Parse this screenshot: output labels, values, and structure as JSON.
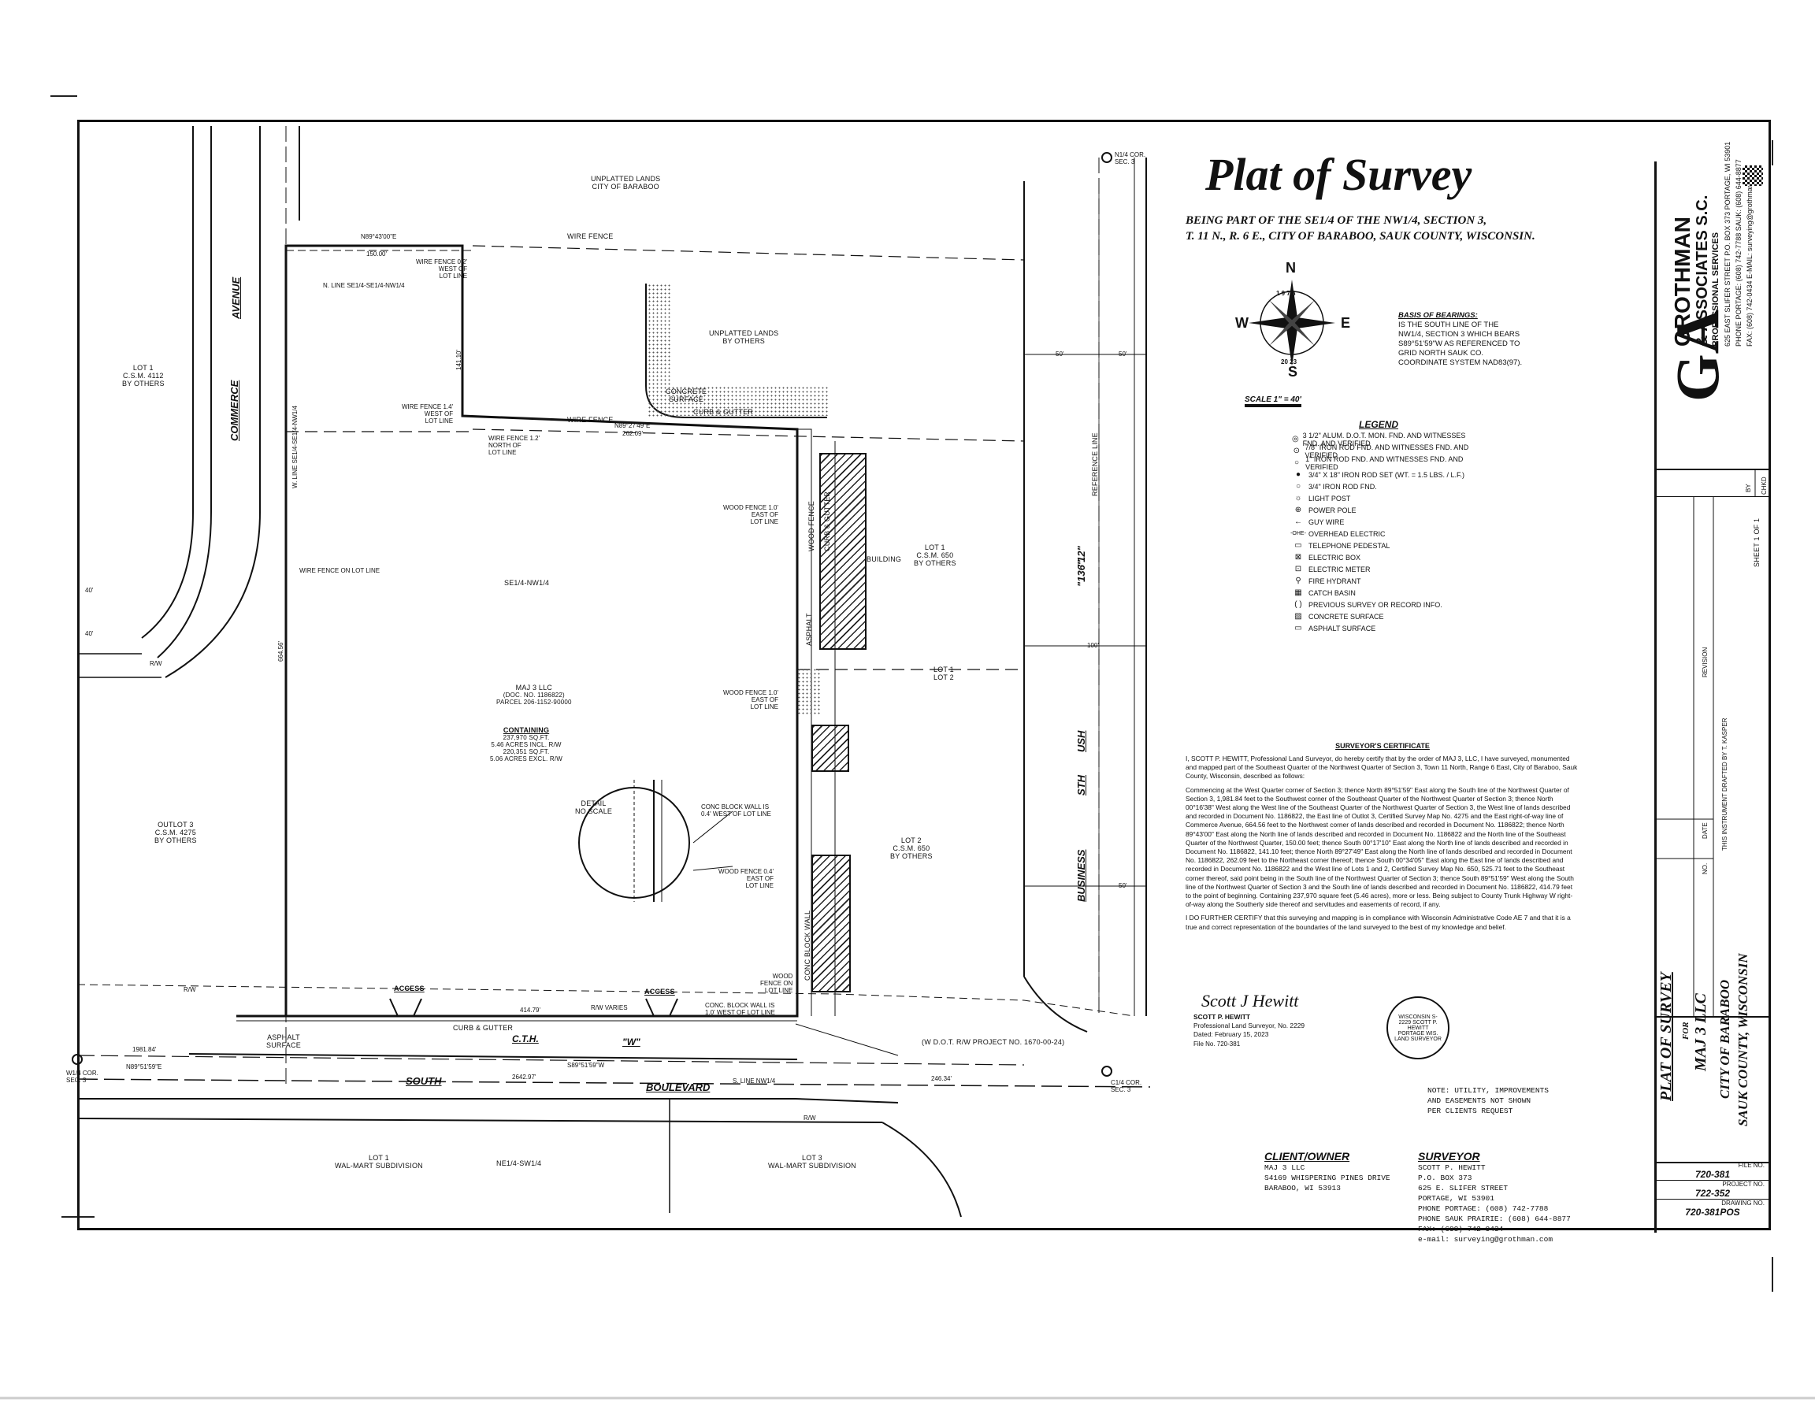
{
  "title": "Plat of Survey",
  "subtitle_line1": "BEING PART OF THE SE1/4 OF THE NW1/4, SECTION 3,",
  "subtitle_line2": "T. 11 N., R. 6 E., CITY OF BARABOO, SAUK COUNTY, WISCONSIN.",
  "compass": {
    "n": "N",
    "s": "S",
    "e": "E",
    "w": "W",
    "ring_top": "1 9 7 8",
    "ring_bottom": "20 23"
  },
  "scale": "SCALE 1\" = 40'",
  "basis": {
    "title": "BASIS OF BEARINGS:",
    "lines": [
      "IS THE SOUTH LINE OF THE",
      "NW1/4, SECTION 3 WHICH BEARS",
      "S89°51'59\"W AS REFERENCED TO",
      "GRID NORTH SAUK CO.",
      "COORDINATE SYSTEM NAD83(97)."
    ]
  },
  "legend": {
    "title": "LEGEND",
    "items": [
      {
        "sym": "◎",
        "label": "3 1/2\" ALUM. D.O.T. MON. FND. AND WITNESSES FND. AND VERIFIED"
      },
      {
        "sym": "⊙",
        "label": "7/8\" IRON ROD FND. AND WITNESSES FND. AND VERIFIED"
      },
      {
        "sym": "○",
        "label": "1\" IRON ROD FND. AND WITNESSES FND. AND VERIFIED"
      },
      {
        "sym": "●",
        "label": "3/4\" X 18\" IRON ROD SET (WT. = 1.5 LBS. / L.F.)"
      },
      {
        "sym": "○",
        "label": "3/4\" IRON ROD FND."
      },
      {
        "sym": "☼",
        "label": "LIGHT POST"
      },
      {
        "sym": "⊕",
        "label": "POWER POLE"
      },
      {
        "sym": "←",
        "label": "GUY WIRE"
      },
      {
        "sym": "-OHE-",
        "label": "OVERHEAD ELECTRIC"
      },
      {
        "sym": "▭",
        "label": "TELEPHONE PEDESTAL"
      },
      {
        "sym": "⊠",
        "label": "ELECTRIC BOX"
      },
      {
        "sym": "⊡",
        "label": "ELECTRIC METER"
      },
      {
        "sym": "⚲",
        "label": "FIRE HYDRANT"
      },
      {
        "sym": "▦",
        "label": "CATCH BASIN"
      },
      {
        "sym": "( )",
        "label": "PREVIOUS SURVEY OR RECORD INFO."
      },
      {
        "sym": "▨",
        "label": "CONCRETE SURFACE"
      },
      {
        "sym": "▭",
        "label": "ASPHALT SURFACE"
      }
    ]
  },
  "certificate": {
    "title": "SURVEYOR'S CERTIFICATE",
    "paragraphs": [
      "I, SCOTT P. HEWITT, Professional Land Surveyor, do hereby certify that by the order of MAJ 3, LLC, I have surveyed, monumented and mapped part of the Southeast Quarter of the Northwest Quarter of Section 3, Town 11 North, Range 6 East, City of Baraboo, Sauk County, Wisconsin, described as follows:",
      "Commencing at the West Quarter corner of Section 3; thence North 89°51'59\" East along the South line of the Northwest Quarter of Section 3, 1,981.84 feet to the Southwest corner of the Southeast Quarter of the Northwest Quarter of Section 3; thence North 00°16'38\" West along the West line of the Southeast Quarter of the Northwest Quarter of Section 3, the West line of lands described and recorded in Document No. 1186822, the East line of Outlot 3, Certified Survey Map No. 4275 and the East right-of-way line of Commerce Avenue, 664.56 feet to the Northwest corner of lands described and recorded in Document No. 1186822; thence North 89°43'00\" East along the North line of lands described and recorded in Document No. 1186822 and the North line of the Southeast Quarter of the Northwest Quarter, 150.00 feet; thence South 00°17'10\" East along the North line of lands described and recorded in Document No. 1186822, 141.10 feet; thence North 89°27'49\" East along the North line of lands described and recorded in Document No. 1186822, 262.09 feet to the Northeast corner thereof; thence South 00°34'05\" East along the East line of lands described and recorded in Document No. 1186822 and the West line of Lots 1 and 2, Certified Survey Map No. 650, 525.71 feet to the Southeast corner thereof, said point being in the South line of the Northwest Quarter of Section 3; thence South 89°51'59\" West along the South line of the Northwest Quarter of Section 3 and the South line of lands described and recorded in Document No. 1186822, 414.79 feet to the point of beginning. Containing 237,970 square feet (5.46 acres), more or less. Being subject to County Trunk Highway W right-of-way along the Southerly side thereof and servitudes and easements of record, if any.",
      "I DO FURTHER CERTIFY that this surveying and mapping is in compliance with Wisconsin Administrative Code AE 7 and that it is a true and correct representation of the boundaries of the land surveyed to the best of my knowledge and belief."
    ],
    "signature": "Scott J Hewitt",
    "name": "SCOTT P. HEWITT",
    "license": "Professional Land Surveyor, No. 2229",
    "date": "Dated: February 15, 2023",
    "file": "File No. 720-381",
    "seal": "WISCONSIN S-2229 SCOTT P. HEWITT PORTAGE WIS. LAND SURVEYOR"
  },
  "note": [
    "NOTE: UTILITY, IMPROVEMENTS",
    "AND EASEMENTS NOT SHOWN",
    "PER CLIENTS REQUEST"
  ],
  "client": {
    "title": "CLIENT/OWNER",
    "lines": [
      "MAJ 3 LLC",
      "S4169 WHISPERING PINES DRIVE",
      "BARABOO, WI 53913"
    ]
  },
  "surveyor": {
    "title": "SURVEYOR",
    "lines": [
      "SCOTT P. HEWITT",
      "P.O. BOX 373",
      "625 E. SLIFER STREET",
      "PORTAGE, WI 53901",
      "PHONE PORTAGE: (608) 742-7788",
      "PHONE SAUK PRAIRIE: (608) 644-8877",
      "FAX: (608) 742-0434",
      "e-mail: surveying@grothman.com"
    ]
  },
  "firm": {
    "logo": "GA",
    "name1": "GROTHMAN",
    "name2": "& ASSOCIATES S.C.",
    "services": "PROFESSIONAL SERVICES",
    "address": "625 EAST SLIFER STREET P.O. BOX 373 PORTAGE, WI 53901",
    "phone": "PHONE PORTAGE: (608) 742-7788 SAUK: (608) 644-8877",
    "fax": "FAX: (608) 742-0434 E-MAIL: surveying@grothman.com"
  },
  "title_block": {
    "by": "BY",
    "chkd": "CHKD",
    "sheet": "SHEET 1 OF 1",
    "revision": "REVISION",
    "no": "NO.",
    "date": "DATE",
    "drafted": "THIS INSTRUMENT DRAFTED BY T. KASPER",
    "plat1": "PLAT OF SURVEY",
    "plat2": "FOR",
    "plat3": "MAJ 3 LLC",
    "plat4": "CITY OF BARABOO",
    "plat5": "SAUK COUNTY, WISCONSIN",
    "file_label": "FILE NO.",
    "file_value": "720-381",
    "project_label": "PROJECT NO.",
    "project_value": "722-352",
    "drawing_label": "DRAWING NO.",
    "drawing_value": "720-381POS"
  },
  "plan": {
    "unplatted_north": [
      "UNPLATTED LANDS",
      "CITY OF BARABOO"
    ],
    "unplatted_others": [
      "UNPLATTED LANDS",
      "BY OTHERS"
    ],
    "lot1_west": [
      "LOT 1",
      "C.S.M. 4112",
      "BY OTHERS"
    ],
    "outlot3": [
      "OUTLOT 3",
      "C.S.M. 4275",
      "BY OTHERS"
    ],
    "lot1_csm650": [
      "LOT 1",
      "C.S.M. 650",
      "BY OTHERS"
    ],
    "lot2_csm650": [
      "LOT 2",
      "C.S.M. 650",
      "BY OTHERS"
    ],
    "lot1_walmart": [
      "LOT 1",
      "WAL-MART SUBDIVISION"
    ],
    "lot3_walmart": [
      "LOT 3",
      "WAL-MART SUBDIVISION"
    ],
    "ne_sw": "NE1/4-SW1/4",
    "se_nw": "SE1/4-NW1/4",
    "maj": [
      "MAJ 3 LLC",
      "(DOC. NO. 1186822)",
      "PARCEL 206-1152-90000"
    ],
    "containing": [
      "CONTAINING",
      "237,970 SQ.FT.",
      "5.46 ACRES INCL. R/W",
      "220,351 SQ.FT.",
      "5.06 ACRES EXCL. R/W"
    ],
    "commerce": "COMMERCE",
    "avenue": "AVENUE",
    "business": "BUSINESS",
    "sth": "STH",
    "ush": "USH",
    "s136": "\"136\"",
    "s12": "\"12\"",
    "south": "SOUTH",
    "boulevard": "BOULEVARD",
    "cth": "C.T.H.",
    "w": "\"W\"",
    "access": "ACCESS",
    "dot_project": "(W D.O.T. R/W PROJECT NO. 1670-00-24)",
    "curb_gutter": "CURB & GUTTER",
    "wire_fence": "WIRE FENCE",
    "wood_fence": "WOOD FENCE",
    "asphalt": "ASPHALT",
    "asphalt_surface": [
      "ASPHALT",
      "SURFACE"
    ],
    "building": "BUILDING",
    "concrete_surface": [
      "CONCRETE",
      "SURFACE"
    ],
    "detail": [
      "DETAIL",
      "NO SCALE"
    ],
    "conc_block_wall": "CONC BLOCK WALL",
    "reference_line": "REFERENCE LINE",
    "w14_cor": [
      "W1/4 COR.",
      "SEC. 3"
    ],
    "c14_cor": [
      "C1/4 COR.",
      "SEC. 3"
    ],
    "n14_cor": [
      "N1/4 COR.",
      "SEC. 3"
    ],
    "lot1_lot2": [
      "LOT 1",
      "LOT 2"
    ],
    "dim_top": "150.00'",
    "dim_top_bearing": "N89°43'00\"E",
    "dim_ne": "262.09'",
    "dim_ne_bearing": "N89°27'49\"E",
    "dim_west": "664.56'",
    "dim_south": "414.79'",
    "dim_south_bearing": "S89°51'59\"W",
    "dim_sw": "1981.84'",
    "dim_sw_bearing": "N89°51'59\"E",
    "dim_2642": "2642.97'",
    "dim_14159": "141.10'",
    "dim_246": "246.34'",
    "dim_100": "100'",
    "dim_50": "50'",
    "dim_40": "40'",
    "rw": "R/W",
    "rw_varies": "R/W VARIES",
    "s_line_nw": "S. LINE NW1/4",
    "n_line": "N. LINE SE1/4-SE1/4-NW1/4",
    "w_line": "W. LINE SE1/4-SE1/4-NW1/4",
    "wire_fence_on": "WIRE FENCE ON LOT LINE",
    "wire_fence_02": [
      "WIRE FENCE 0.2'",
      "WEST OF",
      "LOT LINE"
    ],
    "wire_fence_14": [
      "WIRE FENCE 1.4'",
      "WEST OF",
      "LOT LINE"
    ],
    "wire_fence_12": [
      "WIRE FENCE 1.2'",
      "NORTH OF",
      "LOT LINE"
    ],
    "wood_fence_10a": [
      "WOOD FENCE 1.0'",
      "EAST OF",
      "LOT LINE"
    ],
    "wood_fence_10b": [
      "WOOD FENCE 1.0'",
      "EAST OF",
      "LOT LINE"
    ],
    "wood_fence_04": [
      "WOOD FENCE 0.4'",
      "EAST OF",
      "LOT LINE"
    ],
    "wood_fence_on": [
      "WOOD",
      "FENCE ON",
      "LOT LINE"
    ],
    "conc_wall_04": [
      "CONC BLOCK WALL IS",
      "0.4' WEST OF LOT LINE"
    ],
    "conc_wall_10": [
      "CONC. BLOCK WALL IS",
      "1.0' WEST OF LOT LINE"
    ]
  }
}
